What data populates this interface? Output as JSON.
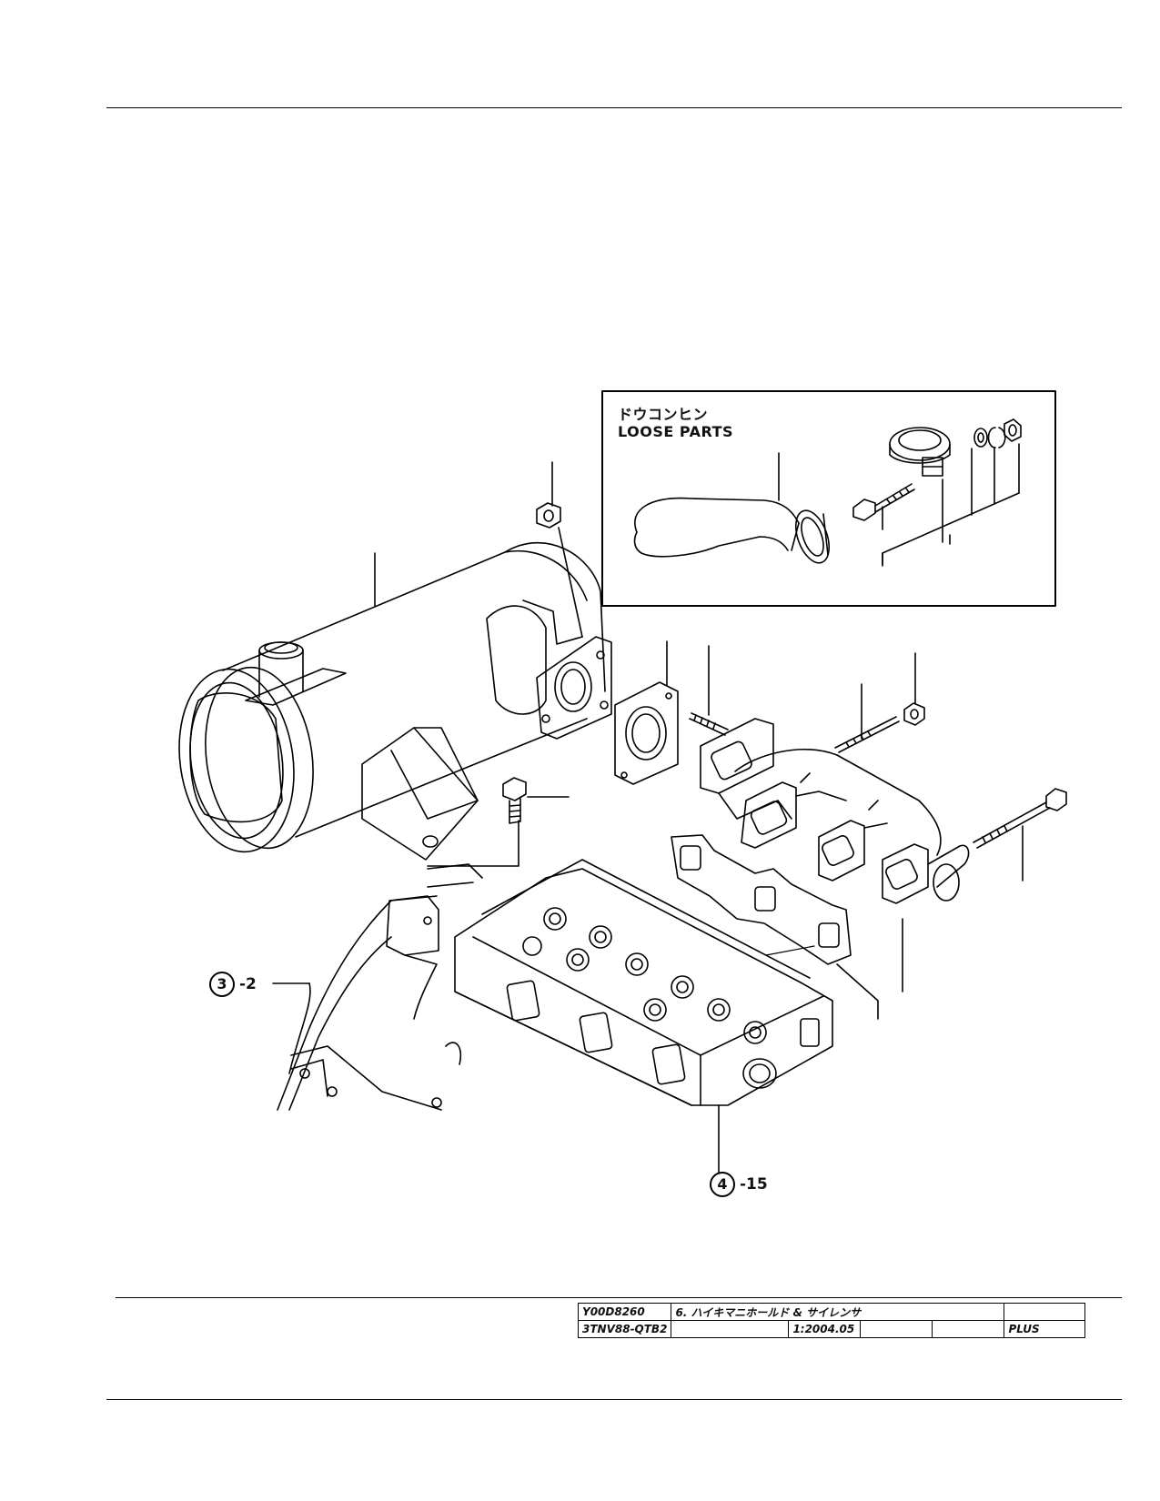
{
  "loose_parts": {
    "title_jp": "ドウコンヒン",
    "title_en": "LOOSE PARTS"
  },
  "references": [
    {
      "circle": "3",
      "suffix": "-2"
    },
    {
      "circle": "4",
      "suffix": "-15"
    }
  ],
  "title_block": {
    "part_code": "Y00D8260",
    "description": "6. ハイキマニホールド & サイレンサ",
    "model": "3TNV88-QTB2",
    "revision": "1:2004.05",
    "plus": "PLUS"
  }
}
